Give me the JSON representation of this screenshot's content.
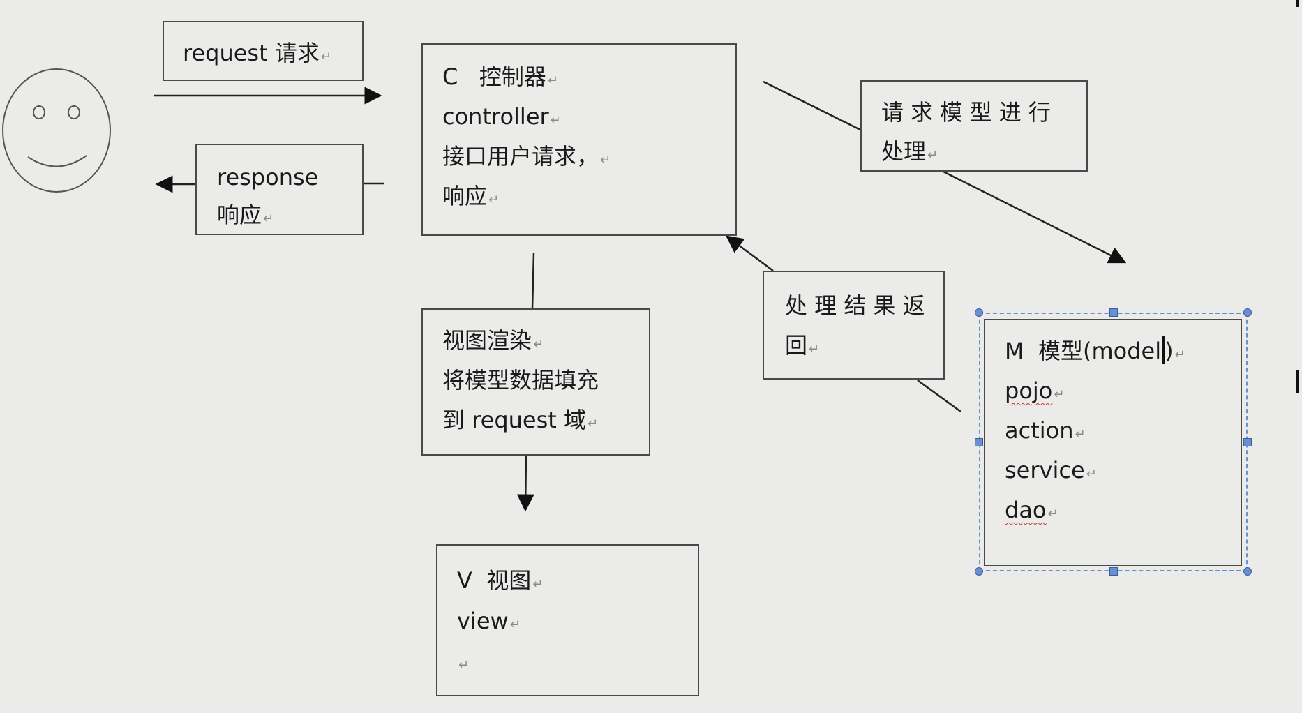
{
  "request_box": {
    "line1": "request 请求"
  },
  "response_box": {
    "line1": "response",
    "line2": "响应"
  },
  "controller_box": {
    "line1": "C   控制器",
    "line2": "controller",
    "line3": "接口用户请求，",
    "line4": "响应"
  },
  "request_model_box": {
    "line1": "请 求 模 型 进 行",
    "line2": "处理"
  },
  "result_box": {
    "line1": "处 理 结 果 返",
    "line2": "回"
  },
  "render_box": {
    "line1": "视图渲染",
    "line2": "将模型数据填充",
    "line3": "到 request 域"
  },
  "view_box": {
    "line1": "V  视图",
    "line2": "view"
  },
  "model_box": {
    "line1_a": "M  模型(model",
    "line1_b": ")",
    "line2": "pojo",
    "line3": "action",
    "line4": "service",
    "line5": "dao"
  },
  "paragraph_mark": "↵"
}
